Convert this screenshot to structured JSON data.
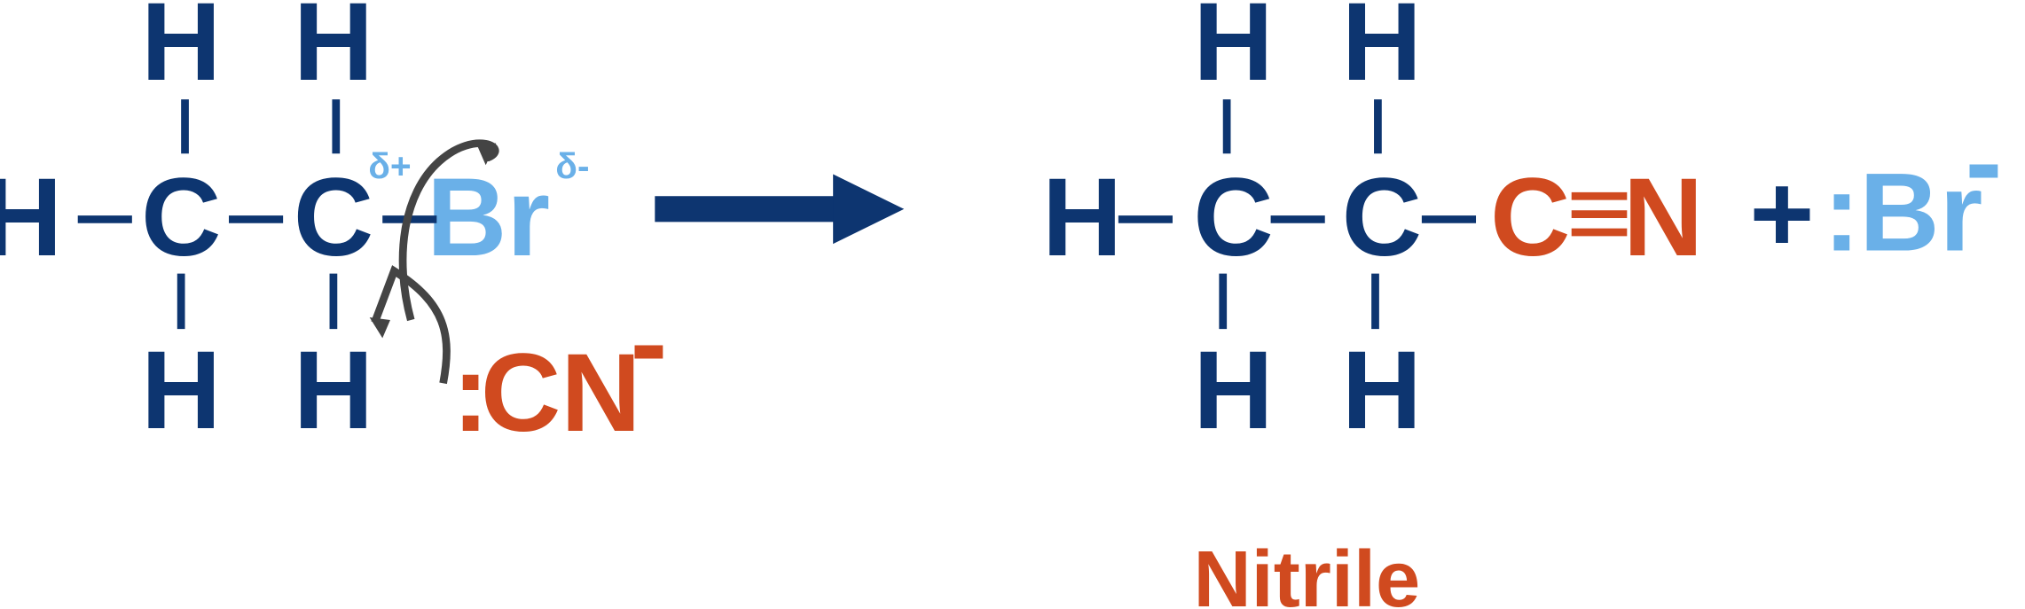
{
  "colors": {
    "carbon_chain": "#0d3570",
    "nitrile_group": "#d04a1f",
    "bromine": "#6ab0e8",
    "arrow": "#444444"
  },
  "reactant": {
    "H": "H",
    "C": "C",
    "Br": "Br",
    "delta_plus": "δ+",
    "delta_minus": "δ-"
  },
  "nucleophile": {
    "lone_pair": ":",
    "label": "CN",
    "charge": "-"
  },
  "product": {
    "H": "H",
    "C": "C",
    "nitrile_C": "C",
    "N": "N",
    "plus": "+",
    "leaving_group": "Br",
    "lone_pair": ":",
    "charge": "-"
  },
  "product_label": "Nitrile"
}
